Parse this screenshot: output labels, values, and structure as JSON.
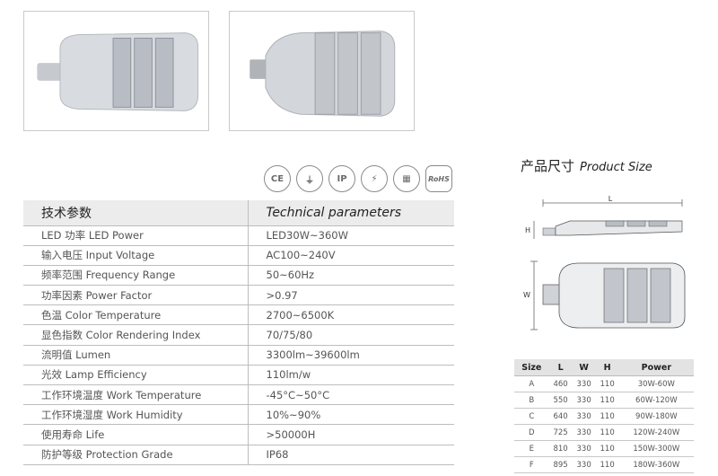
{
  "certifications": [
    "CE",
    "⏚",
    "IP",
    "⚡",
    "▦",
    "RoHS"
  ],
  "params": {
    "header": {
      "cn": "技术参数",
      "en": "Technical parameters"
    },
    "rows": [
      {
        "label": "LED 功率 LED Power",
        "value": "LED30W~360W"
      },
      {
        "label": "输入电压 Input Voltage",
        "value": "AC100~240V"
      },
      {
        "label": "频率范围 Frequency Range",
        "value": "50~60Hz"
      },
      {
        "label": "功率因素 Power Factor",
        "value": ">0.97"
      },
      {
        "label": "色温 Color Temperature",
        "value": "2700~6500K"
      },
      {
        "label": "显色指数 Color Rendering Index",
        "value": "70/75/80"
      },
      {
        "label": "流明值 Lumen",
        "value": "3300lm~39600lm"
      },
      {
        "label": "光效 Lamp Efficiency",
        "value": "110lm/w"
      },
      {
        "label": "工作环境温度 Work Temperature",
        "value": "-45°C~50°C"
      },
      {
        "label": "工作环境湿度 Work Humidity",
        "value": "10%~90%"
      },
      {
        "label": "使用寿命 Life",
        "value": ">50000H"
      },
      {
        "label": "防护等级 Protection Grade",
        "value": "IP68"
      }
    ]
  },
  "product_size": {
    "title_cn": "产品尺寸",
    "title_en": "Product Size",
    "dim_labels": {
      "length": "L",
      "height": "H",
      "width": "W"
    }
  },
  "size_table": {
    "headers": [
      "Size",
      "L",
      "W",
      "H",
      "Power"
    ],
    "rows": [
      [
        "A",
        "460",
        "330",
        "110",
        "30W-60W"
      ],
      [
        "B",
        "550",
        "330",
        "110",
        "60W-120W"
      ],
      [
        "C",
        "640",
        "330",
        "110",
        "90W-180W"
      ],
      [
        "D",
        "725",
        "330",
        "110",
        "120W-240W"
      ],
      [
        "E",
        "810",
        "330",
        "110",
        "150W-300W"
      ],
      [
        "F",
        "895",
        "330",
        "110",
        "180W-360W"
      ]
    ]
  },
  "colors": {
    "housing": "#d8dce0",
    "module": "#b8bcc4",
    "border": "#c9c9c9",
    "header_bg": "#ececec"
  }
}
